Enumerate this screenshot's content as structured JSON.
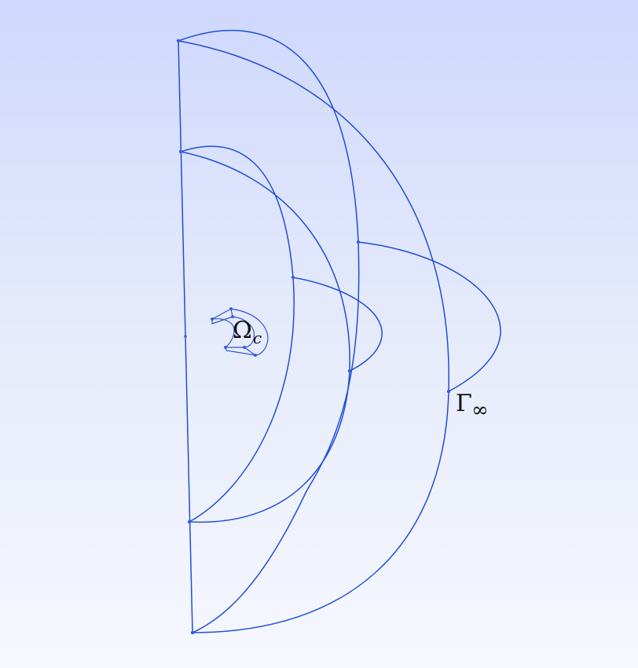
{
  "diagram": {
    "labels": {
      "omega_main": "Ω",
      "omega_sub": "c",
      "gamma_main": "Γ",
      "gamma_sub": "∞"
    },
    "colors": {
      "background_top": "#cfd8fd",
      "background_bottom": "#f6f8fe",
      "edge": "#1f4fd8",
      "text": "#111111"
    }
  }
}
